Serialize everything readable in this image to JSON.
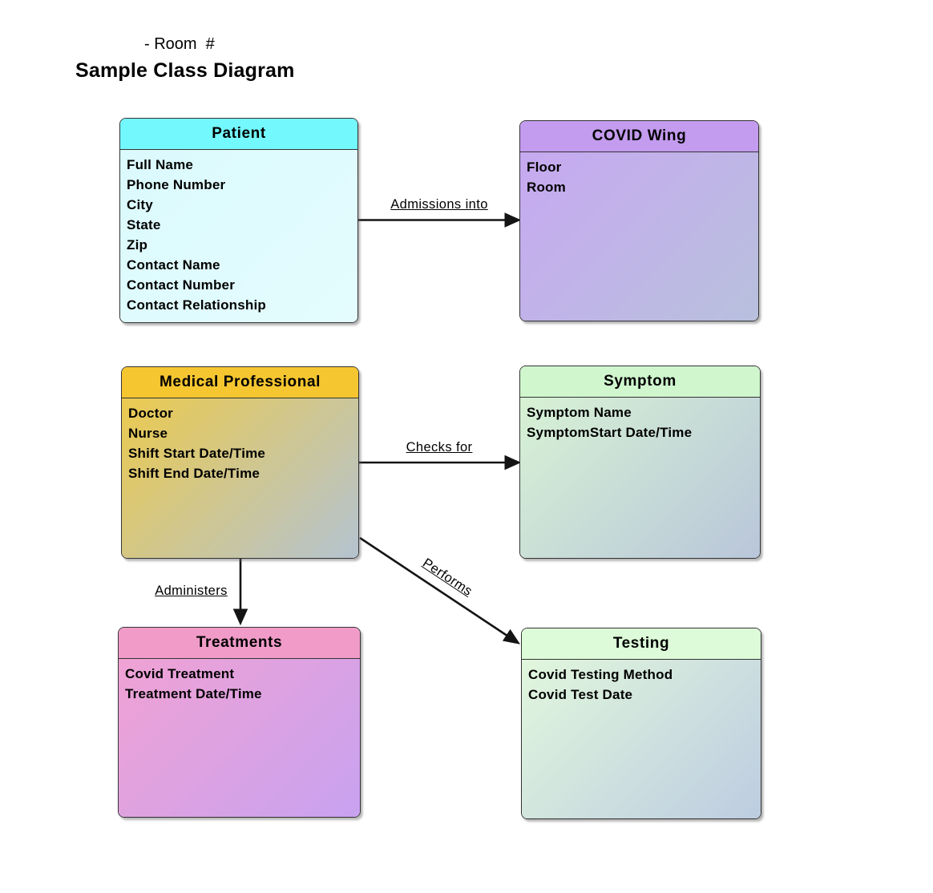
{
  "page": {
    "annotation": "- Room  #",
    "title": "Sample Class Diagram"
  },
  "classes": [
    {
      "name": "Patient",
      "attributes": [
        "Full Name",
        "Phone Number",
        "City",
        "State",
        "Zip",
        "Contact Name",
        "Contact Number",
        "Contact Relationship"
      ],
      "header_color": "#73f8fd",
      "body_color_start": "#dbfafd",
      "body_color_end": "#e4fcfe"
    },
    {
      "name": "COVID Wing",
      "attributes": [
        "Floor",
        "Room"
      ],
      "header_color": "#c39bef",
      "body_color_start": "#c7a9f1",
      "body_color_end": "#b8c0dd"
    },
    {
      "name": "Medical Professional",
      "attributes": [
        "Doctor",
        "Nurse",
        "Shift Start Date/Time",
        "Shift End Date/Time"
      ],
      "header_color": "#f5c630",
      "body_color_start": "#ebca4f",
      "body_color_end": "#b4c3d0"
    },
    {
      "name": "Symptom",
      "attributes": [
        "Symptom Name",
        "SymptomStart Date/Time"
      ],
      "header_color": "#d0f6ce",
      "body_color_start": "#d7f2d4",
      "body_color_end": "#b9c6da"
    },
    {
      "name": "Treatments",
      "attributes": [
        "Covid Treatment",
        "Treatment Date/Time"
      ],
      "header_color": "#f09bc8",
      "body_color_start": "#f0a2d4",
      "body_color_end": "#c8a2f0"
    },
    {
      "name": "Testing",
      "attributes": [
        "Covid Testing Method",
        "Covid Test Date"
      ],
      "header_color": "#ddfbd8",
      "body_color_start": "#e1f7dc",
      "body_color_end": "#bdcce1"
    }
  ],
  "relations": [
    {
      "label": "Admissions into",
      "from": "Patient",
      "to": "COVID Wing",
      "style": "horizontal-arrow"
    },
    {
      "label": "Checks for",
      "from": "Medical Professional",
      "to": "Symptom",
      "style": "horizontal-arrow"
    },
    {
      "label": "Administers",
      "from": "Medical Professional",
      "to": "Treatments",
      "style": "vertical-arrow"
    },
    {
      "label": "Performs",
      "from": "Medical Professional",
      "to": "Testing",
      "style": "diagonal-arrow"
    }
  ],
  "colors": {
    "arrow_line": "#141414",
    "box_border": "#333333",
    "text": "#000000",
    "page_background": "#ffffff"
  }
}
